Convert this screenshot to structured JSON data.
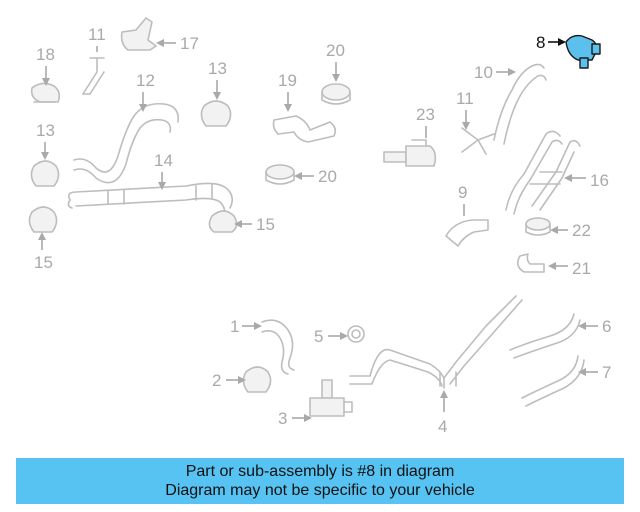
{
  "callouts": {
    "c1": "1",
    "c2": "2",
    "c3": "3",
    "c4": "4",
    "c5": "5",
    "c6": "6",
    "c7": "7",
    "c8": "8",
    "c9": "9",
    "c10": "10",
    "c11a": "11",
    "c11b": "11",
    "c12": "12",
    "c13a": "13",
    "c13b": "13",
    "c14": "14",
    "c15a": "15",
    "c15b": "15",
    "c16": "16",
    "c17": "17",
    "c18": "18",
    "c19": "19",
    "c20a": "20",
    "c20b": "20",
    "c21": "21",
    "c22": "22",
    "c23": "23"
  },
  "highlight": {
    "part_number": "8",
    "color": "#56c3f2"
  },
  "banner": {
    "line1": "Part or sub-assembly is #8 in diagram",
    "line2": "Diagram may not be specific to your vehicle"
  }
}
